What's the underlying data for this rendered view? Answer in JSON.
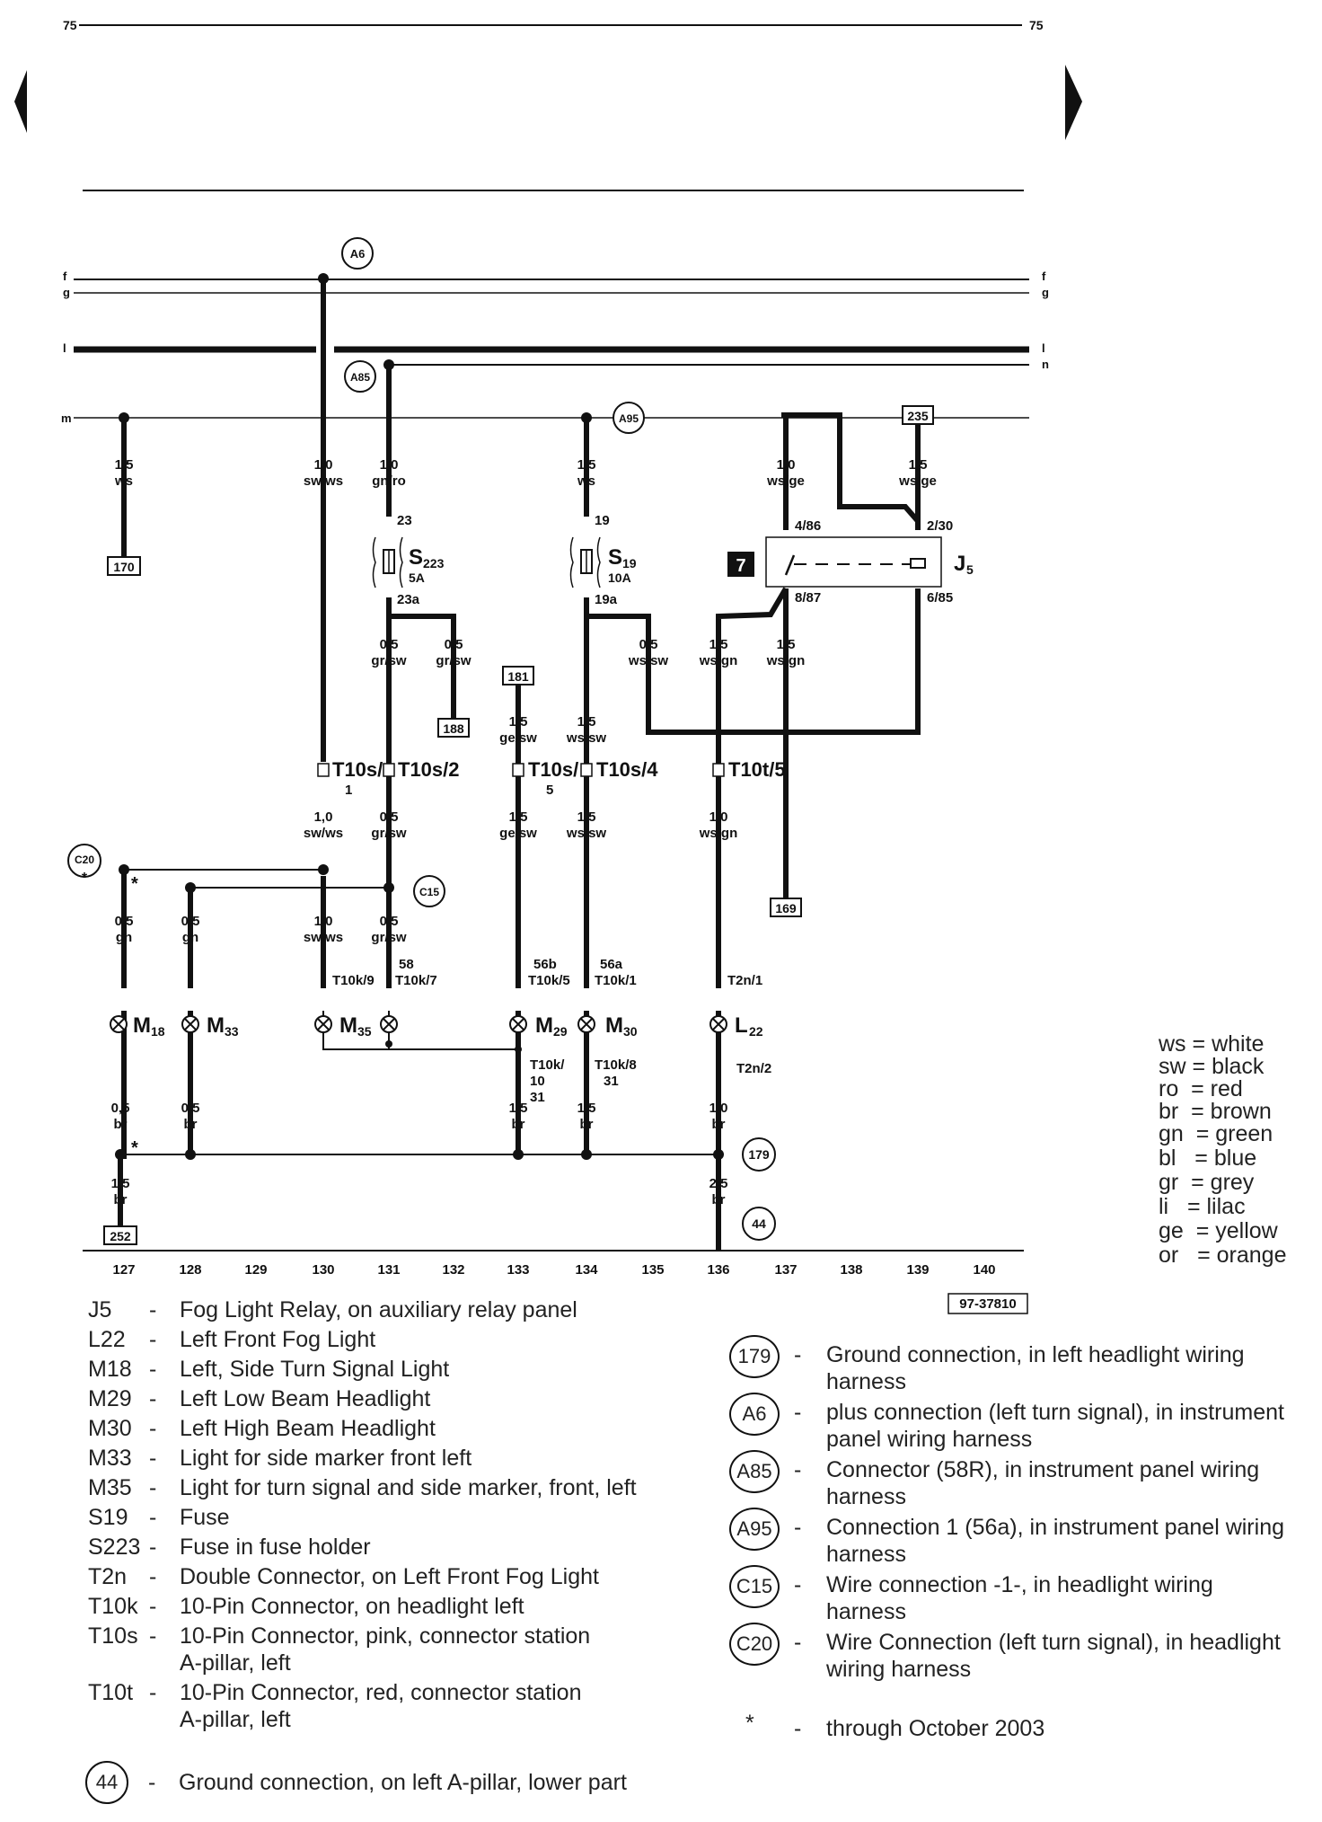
{
  "page": {
    "number_left": "75",
    "number_right": "75",
    "diagram_id": "97-37810"
  },
  "buses": [
    "f",
    "g",
    "l",
    "m",
    "n"
  ],
  "grid_numbers": [
    "127",
    "128",
    "129",
    "130",
    "131",
    "132",
    "133",
    "134",
    "135",
    "136",
    "137",
    "138",
    "139",
    "140"
  ],
  "connections": {
    "A6": "A6",
    "A85": "A85",
    "A95": "A95",
    "C20": "C20",
    "C15": "C15",
    "n179": "179",
    "n44": "44"
  },
  "ref_boxes": {
    "b170": "170",
    "b235": "235",
    "b181": "181",
    "b188": "188",
    "b169": "169",
    "b252": "252",
    "b7": "7"
  },
  "wires": [
    {
      "size": "1,5",
      "color": "ws"
    },
    {
      "size": "1,0",
      "color": "sw/ws"
    },
    {
      "size": "1,0",
      "color": "gn/ro"
    },
    {
      "size": "1,5",
      "color": "ws"
    },
    {
      "size": "1,0",
      "color": "ws/ge"
    },
    {
      "size": "1,5",
      "color": "ws/ge"
    },
    {
      "size": "0,5",
      "color": "gr/sw"
    },
    {
      "size": "0,5",
      "color": "gr/sw"
    },
    {
      "size": "0,5",
      "color": "ws/sw"
    },
    {
      "size": "1,5",
      "color": "ws/gn"
    },
    {
      "size": "1,5",
      "color": "ws/gn"
    },
    {
      "size": "1,5",
      "color": "ge/sw"
    },
    {
      "size": "1,5",
      "color": "ws/sw"
    },
    {
      "size": "1,0",
      "color": "sw/ws"
    },
    {
      "size": "0,5",
      "color": "gr/sw"
    },
    {
      "size": "1,5",
      "color": "ge/sw"
    },
    {
      "size": "1,5",
      "color": "ws/sw"
    },
    {
      "size": "1,0",
      "color": "ws/gn"
    },
    {
      "size": "0,5",
      "color": "gn"
    },
    {
      "size": "0,5",
      "color": "gn"
    },
    {
      "size": "1,0",
      "color": "sw/ws"
    },
    {
      "size": "0,5",
      "color": "gr/sw"
    },
    {
      "size": "0,5",
      "color": "br"
    },
    {
      "size": "0,5",
      "color": "br"
    },
    {
      "size": "1,5",
      "color": "br"
    },
    {
      "size": "1,5",
      "color": "br"
    },
    {
      "size": "1,0",
      "color": "br"
    },
    {
      "size": "1,5",
      "color": "br"
    },
    {
      "size": "2,5",
      "color": "br"
    }
  ],
  "pins": {
    "p23": "23",
    "p23a": "23a",
    "p19": "19",
    "p19a": "19a",
    "p486": "4/86",
    "p230": "2/30",
    "p887": "8/87",
    "p685": "6/85",
    "t10s1": "T10s/",
    "t10s1b": "1",
    "t10s2": "T10s/2",
    "t10s5": "T10s/",
    "t10s5b": "5",
    "t10s4": "T10s/4",
    "t10t5": "T10t/5",
    "k9": "T10k/9",
    "k7": "T10k/7",
    "k7n": "58",
    "k5": "T10k/5",
    "k5n": "56b",
    "k1": "T10k/1",
    "k1n": "56a",
    "t2n1": "T2n/1",
    "k10": "T10k/",
    "k10b": "10",
    "k10c": "31",
    "k8": "T10k/8",
    "k8b": "31",
    "t2n2": "T2n/2"
  },
  "components": {
    "S223": "S",
    "S223sub": "223",
    "S223amp": "5A",
    "S19": "S",
    "S19sub": "19",
    "S19amp": "10A",
    "J5": "J",
    "J5sub": "5",
    "M18": "M",
    "M18sub": "18",
    "M33": "M",
    "M33sub": "33",
    "M35": "M",
    "M35sub": "35",
    "M29": "M",
    "M29sub": "29",
    "M30": "M",
    "M30sub": "30",
    "L22": "L",
    "L22sub": "22"
  },
  "stars": {
    "s1": "*",
    "s2": "*"
  },
  "color_legend": [
    {
      "code": "ws",
      "name": "white"
    },
    {
      "code": "sw",
      "name": "black"
    },
    {
      "code": "ro",
      "name": "red"
    },
    {
      "code": "br",
      "name": "brown"
    },
    {
      "code": "gn",
      "name": "green"
    },
    {
      "code": "bl",
      "name": "blue"
    },
    {
      "code": "gr",
      "name": "grey"
    },
    {
      "code": "li",
      "name": "lilac"
    },
    {
      "code": "ge",
      "name": "yellow"
    },
    {
      "code": "or",
      "name": "orange"
    }
  ],
  "legend_left": [
    {
      "code": "J5",
      "text": "Fog Light Relay, on auxiliary relay panel"
    },
    {
      "code": "L22",
      "text": "Left Front Fog Light"
    },
    {
      "code": "M18",
      "text": "Left, Side Turn Signal Light"
    },
    {
      "code": "M29",
      "text": "Left Low Beam Headlight"
    },
    {
      "code": "M30",
      "text": "Left High Beam Headlight"
    },
    {
      "code": "M33",
      "text": "Light for side marker front left"
    },
    {
      "code": "M35",
      "text": "Light for turn signal and side marker, front, left"
    },
    {
      "code": "S19",
      "text": "Fuse"
    },
    {
      "code": "S223",
      "text": "Fuse in fuse holder"
    },
    {
      "code": "T2n",
      "text": "Double Connector, on Left Front Fog Light"
    },
    {
      "code": "T10k",
      "text": "10-Pin Connector, on headlight left"
    },
    {
      "code": "T10s",
      "text": "10-Pin Connector, pink, connector station",
      "text2": "A-pillar, left"
    },
    {
      "code": "T10t",
      "text": "10-Pin Connector, red, connector station",
      "text2": "A-pillar, left"
    }
  ],
  "legend_ground44": {
    "code": "44",
    "text": "Ground connection, on left A-pillar, lower part"
  },
  "legend_right": [
    {
      "code": "179",
      "text": "Ground connection, in left headlight wiring",
      "text2": "harness"
    },
    {
      "code": "A6",
      "text": "plus connection (left turn signal), in instrument",
      "text2": "panel wiring harness"
    },
    {
      "code": "A85",
      "text": "Connector (58R), in instrument panel wiring",
      "text2": "harness"
    },
    {
      "code": "A95",
      "text": "Connection 1 (56a), in instrument panel wiring",
      "text2": "harness"
    },
    {
      "code": "C15",
      "text": "Wire connection -1-, in headlight  wiring",
      "text2": "harness"
    },
    {
      "code": "C20",
      "text": "Wire Connection (left turn signal), in headlight",
      "text2": "wiring harness"
    }
  ],
  "legend_star": {
    "code": "*",
    "text": "through October 2003"
  },
  "dash": "-"
}
